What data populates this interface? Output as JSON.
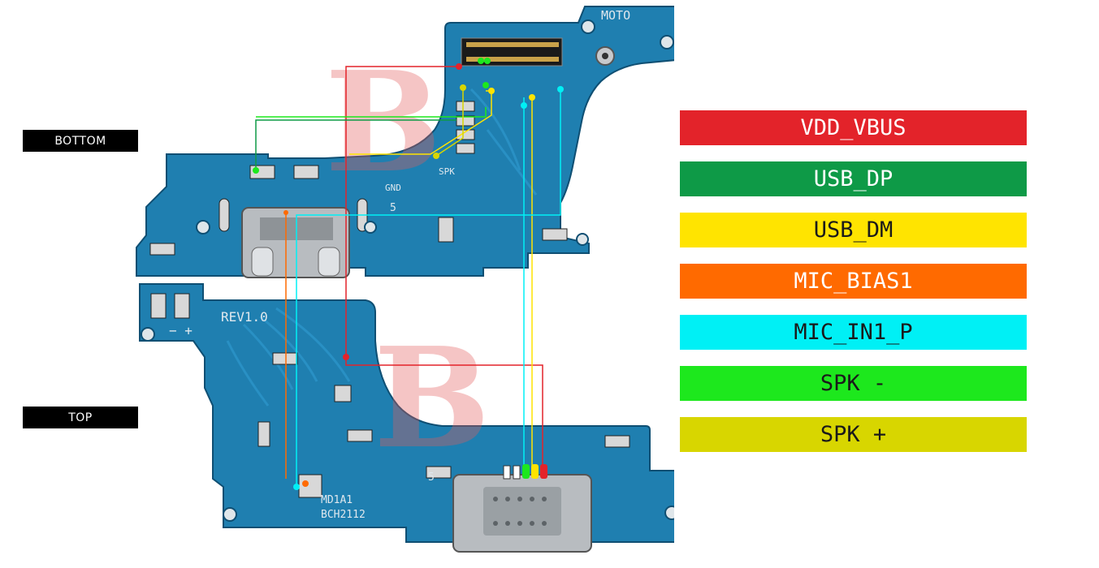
{
  "labels": {
    "bottom": "BOTTOM",
    "top": "TOP"
  },
  "board_text": {
    "moto": "MOTO",
    "rev": "REV1.0",
    "gnd": "GND",
    "spk": "SPK",
    "code1": "MD1A1",
    "code2": "BCH2112",
    "five_bottom": "5",
    "five_top": "5",
    "minus_plus": "− +"
  },
  "legend": [
    {
      "label": "VDD_VBUS",
      "color": "#e3232a",
      "text_color": "#ffffff"
    },
    {
      "label": "USB_DP",
      "color": "#0e9a47",
      "text_color": "#ffffff"
    },
    {
      "label": "USB_DM",
      "color": "#ffe400",
      "text_color": "#1a1a1a"
    },
    {
      "label": "MIC_BIAS1",
      "color": "#ff6a00",
      "text_color": "#ffffff"
    },
    {
      "label": "MIC_IN1_P",
      "color": "#00f0f5",
      "text_color": "#1a1a1a"
    },
    {
      "label": "SPK -",
      "color": "#1de81d",
      "text_color": "#1a1a1a"
    },
    {
      "label": "SPK +",
      "color": "#d8d600",
      "text_color": "#1a1a1a"
    }
  ],
  "colors": {
    "pcb": "#1f7fb0",
    "pcb_dark": "#166a94",
    "pcb_edge": "#0f4f73",
    "metal": "#b8bcc0"
  }
}
